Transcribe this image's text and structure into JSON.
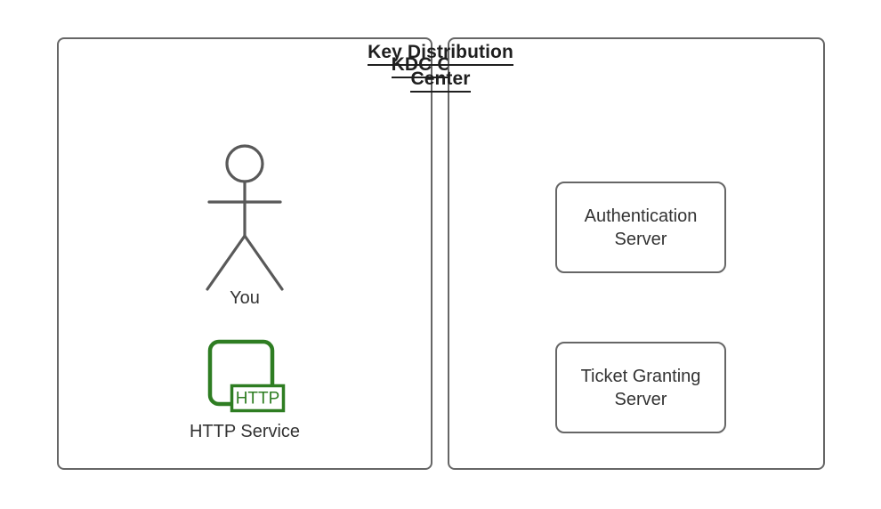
{
  "diagram": {
    "title_left": "KDC Client",
    "title_right_line1": "Key Distribution",
    "title_right_line2": "Center",
    "colors": {
      "panel_border": "#666666",
      "text": "#333333",
      "title_text": "#1f1f1f",
      "service_green": "#2e7d22",
      "figure_stroke": "#595959",
      "background": "#ffffff"
    }
  },
  "client_panel": {
    "actor": {
      "icon": "stick-figure-icon",
      "label": "You"
    },
    "service": {
      "icon": "http-service-icon",
      "badge_text": "HTTP",
      "label": "HTTP Service"
    }
  },
  "kdc_panel": {
    "boxes": [
      {
        "label": "Authentication\nServer"
      },
      {
        "label": "Ticket Granting\nServer"
      }
    ]
  }
}
